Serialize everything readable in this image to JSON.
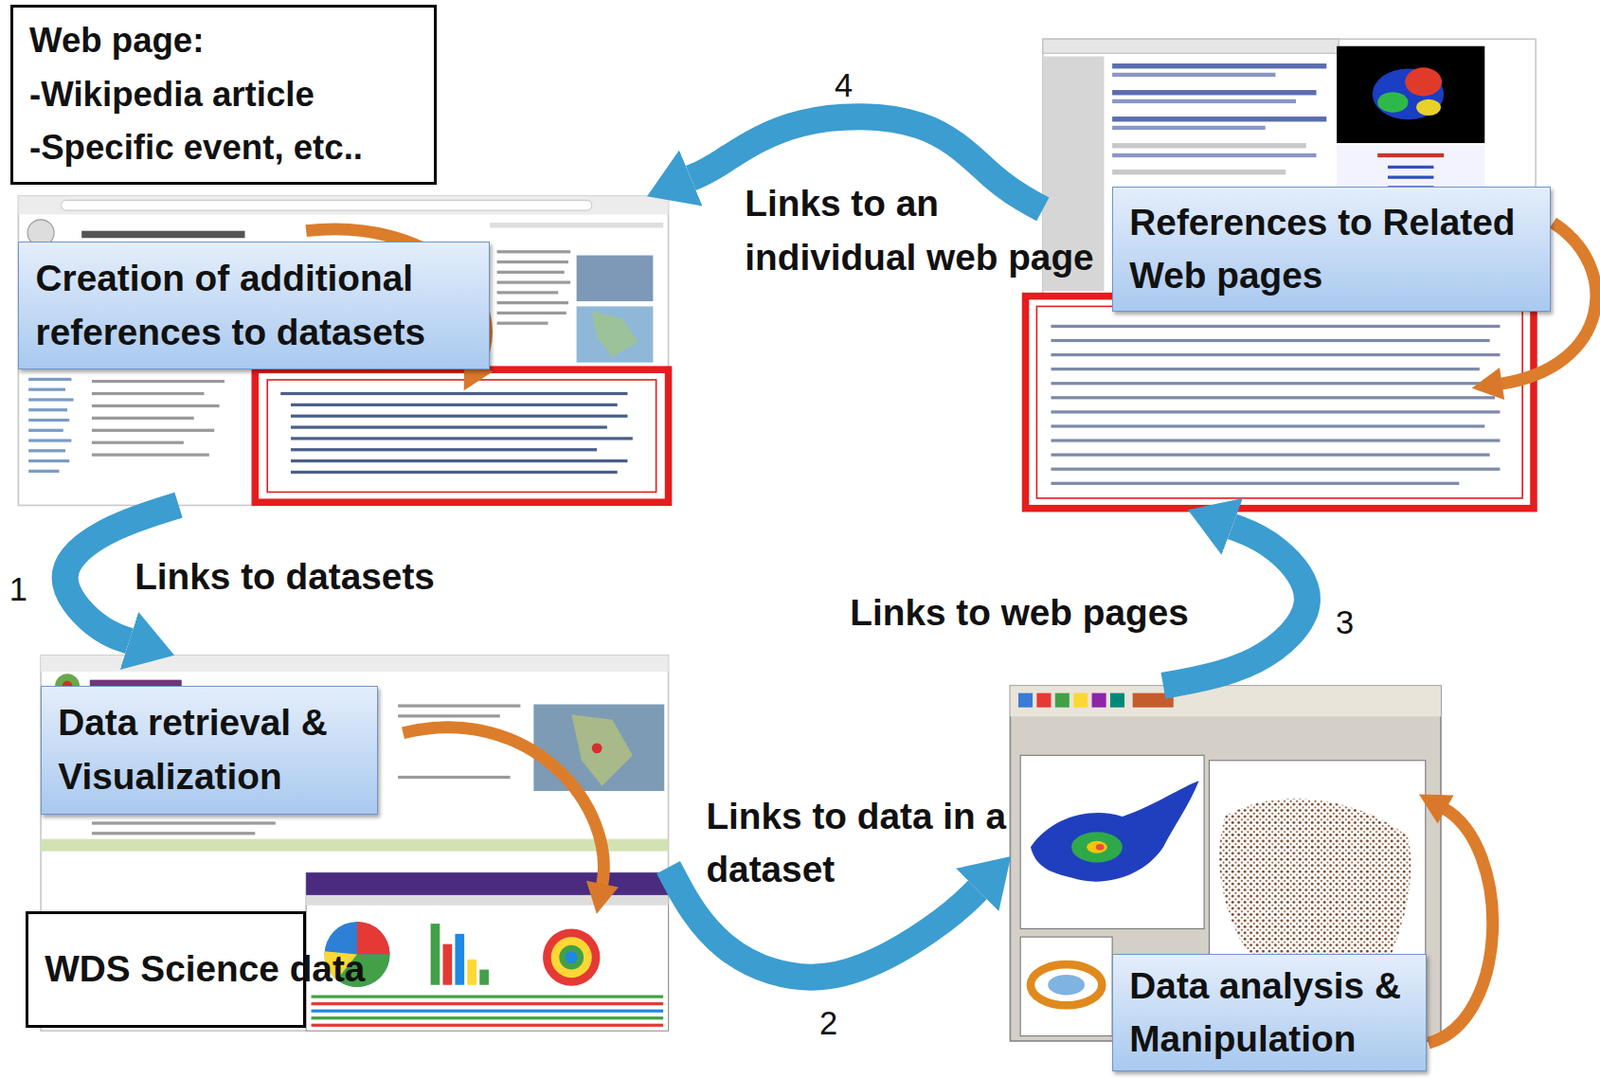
{
  "diagram": {
    "nodes": [
      {
        "text": [
          "Web page:",
          "-Wikipedia article",
          "-Specific event, etc.."
        ]
      },
      {
        "text": [
          "Creation of additional references to datasets"
        ]
      },
      {
        "text": [
          "References to Related Web pages"
        ]
      },
      {
        "text": [
          "Data retrieval & Visualization"
        ]
      },
      {
        "text": [
          "WDS Science data"
        ]
      },
      {
        "text": [
          "Data analysis & Manipulation"
        ]
      }
    ],
    "edges": [
      {
        "from": 1,
        "to": 3,
        "label": "Links to datasets",
        "arrow": "to"
      },
      {
        "from": 3,
        "to": 5,
        "label": "Links to data in a dataset",
        "arrow": "to"
      },
      {
        "from": 5,
        "to": 2,
        "label": "Links to web pages",
        "arrow": "to"
      },
      {
        "from": 2,
        "to": 1,
        "label": "Links to an individual web page",
        "arrow": "to"
      }
    ],
    "labels": [
      "1",
      "2",
      "3",
      "4"
    ]
  }
}
